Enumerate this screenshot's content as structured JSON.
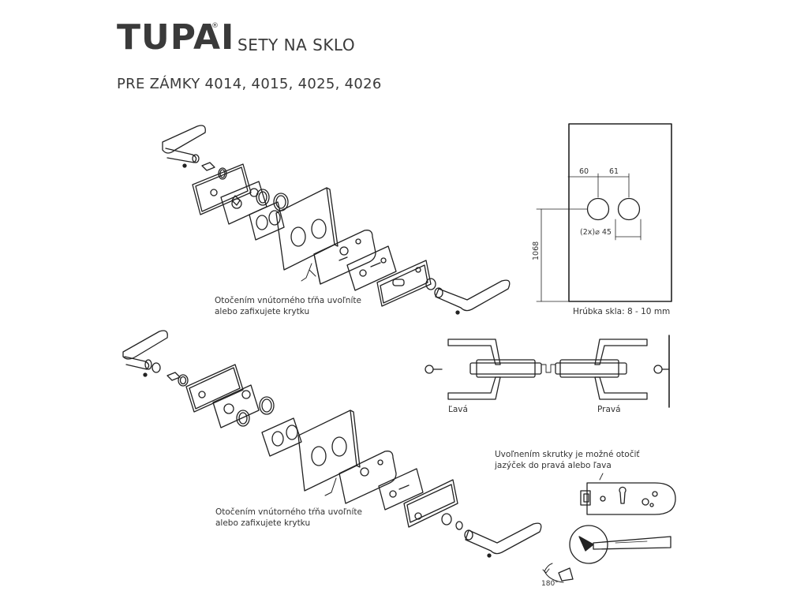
{
  "brand": {
    "name": "TUPAI",
    "reg_mark": "®"
  },
  "title": "SETY NA SKLO",
  "subtitle": "PRE ZÁMKY 4014, 4015, 4025, 4026",
  "annotations": {
    "rotate_inner_1_line1": "Otočením vnútorného tŕňa uvoľníte",
    "rotate_inner_1_line2": "alebo zafixujete krytku",
    "rotate_inner_2_line1": "Otočením vnútorného tŕňa uvoľníte",
    "rotate_inner_2_line2": "alebo zafixujete krytku",
    "latch_line1": "Uvoľnením skrutky je možné otočiť",
    "latch_line2": "jazýček do pravá alebo ľava"
  },
  "dimensions": {
    "dim_60": "60",
    "dim_61": "61",
    "diameter": "(2x)⌀ 45",
    "height": "1068",
    "glass_thickness": "Hrúbka skla: 8 - 10 mm"
  },
  "orientation": {
    "left": "Ľavá",
    "right": "Pravá"
  },
  "rotation": "180°"
}
